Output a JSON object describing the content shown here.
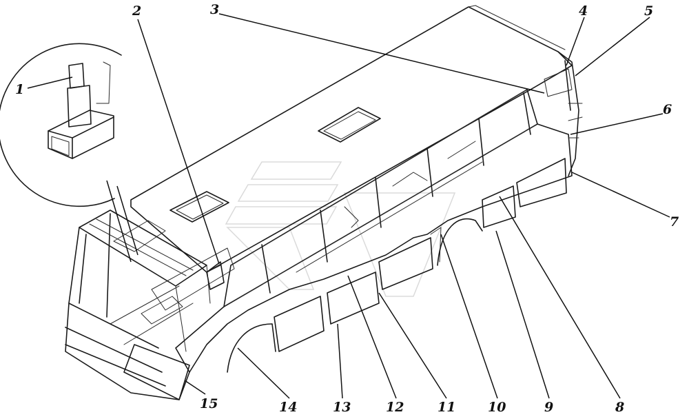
{
  "callouts": [
    {
      "id": "1",
      "label": "1"
    },
    {
      "id": "2",
      "label": "2"
    },
    {
      "id": "3",
      "label": "3"
    },
    {
      "id": "4",
      "label": "4"
    },
    {
      "id": "5",
      "label": "5"
    },
    {
      "id": "6",
      "label": "6"
    },
    {
      "id": "7",
      "label": "7"
    },
    {
      "id": "8",
      "label": "8"
    },
    {
      "id": "9",
      "label": "9"
    },
    {
      "id": "10",
      "label": "10"
    },
    {
      "id": "11",
      "label": "11"
    },
    {
      "id": "12",
      "label": "12"
    },
    {
      "id": "13",
      "label": "13"
    },
    {
      "id": "14",
      "label": "14"
    },
    {
      "id": "15",
      "label": "15"
    }
  ],
  "colors": {
    "ink": "#1a1a1a",
    "shade": "#b5b5b5",
    "paper": "#ffffff"
  }
}
